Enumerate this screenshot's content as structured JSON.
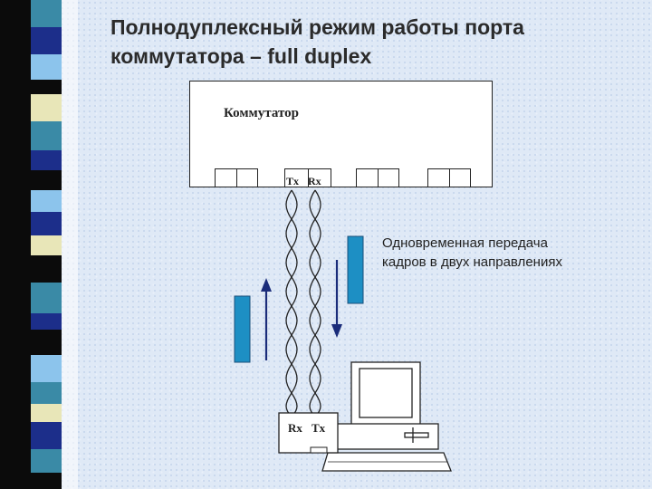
{
  "title_line1": "Полнодуплексный режим работы порта",
  "title_line2": "коммутатора – full duplex",
  "switch_label": "Коммутатор",
  "switch_port_tx": "Tx",
  "switch_port_rx": "Rx",
  "nic_port_rx": "Rx",
  "nic_port_tx": "Tx",
  "annotation_line1": "Одновременная передача",
  "annotation_line2": "кадров в двух направлениях",
  "colors": {
    "accent_blue": "#1d8fc4",
    "stripe_navy": "#1c2e8a",
    "stripe_teal": "#3a8aa6",
    "stripe_sky": "#8cc4ec",
    "stripe_black": "#0b0b0b",
    "stripe_cream": "#e8e6b8"
  }
}
